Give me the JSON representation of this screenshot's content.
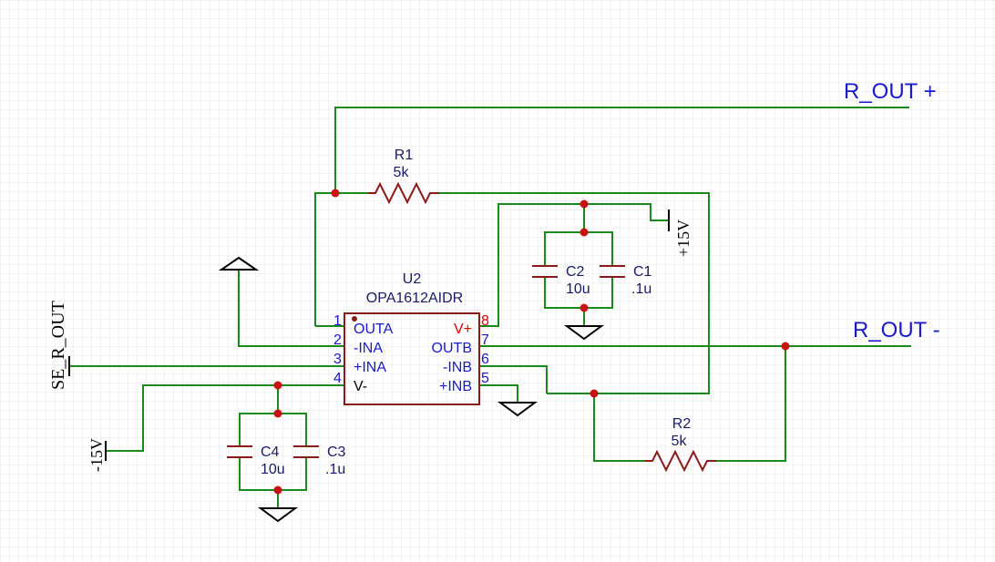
{
  "colors": {
    "wire": "#1a8a1a",
    "component": "#8b1a1a",
    "label": "#1a1ac8",
    "junction": "#cc1111",
    "pin_vplus": "#e00000",
    "grid": "#dcdcdc",
    "background": "#ffffff"
  },
  "nets": {
    "r_out_plus": "R_OUT +",
    "r_out_minus": "R_OUT -",
    "se_r_out": "SE_R_OUT",
    "pos_supply": "+15V",
    "neg_supply": "-15V"
  },
  "opamp": {
    "designator": "U2",
    "part": "OPA1612AIDR",
    "pins_left": [
      {
        "num": "1",
        "name": "OUTA"
      },
      {
        "num": "2",
        "name": "-INA"
      },
      {
        "num": "3",
        "name": "+INA"
      },
      {
        "num": "4",
        "name": "V-"
      }
    ],
    "pins_right": [
      {
        "num": "8",
        "name": "V+"
      },
      {
        "num": "7",
        "name": "OUTB"
      },
      {
        "num": "6",
        "name": "-INB"
      },
      {
        "num": "5",
        "name": "+INB"
      }
    ]
  },
  "resistors": [
    {
      "designator": "R1",
      "value": "5k"
    },
    {
      "designator": "R2",
      "value": "5k"
    }
  ],
  "capacitors": [
    {
      "designator": "C1",
      "value": ".1u"
    },
    {
      "designator": "C2",
      "value": "10u"
    },
    {
      "designator": "C3",
      "value": ".1u"
    },
    {
      "designator": "C4",
      "value": "10u"
    }
  ],
  "icons": {
    "ground": "ground-icon",
    "power_flag": "power-flag-icon",
    "junction": "junction-dot-icon"
  }
}
